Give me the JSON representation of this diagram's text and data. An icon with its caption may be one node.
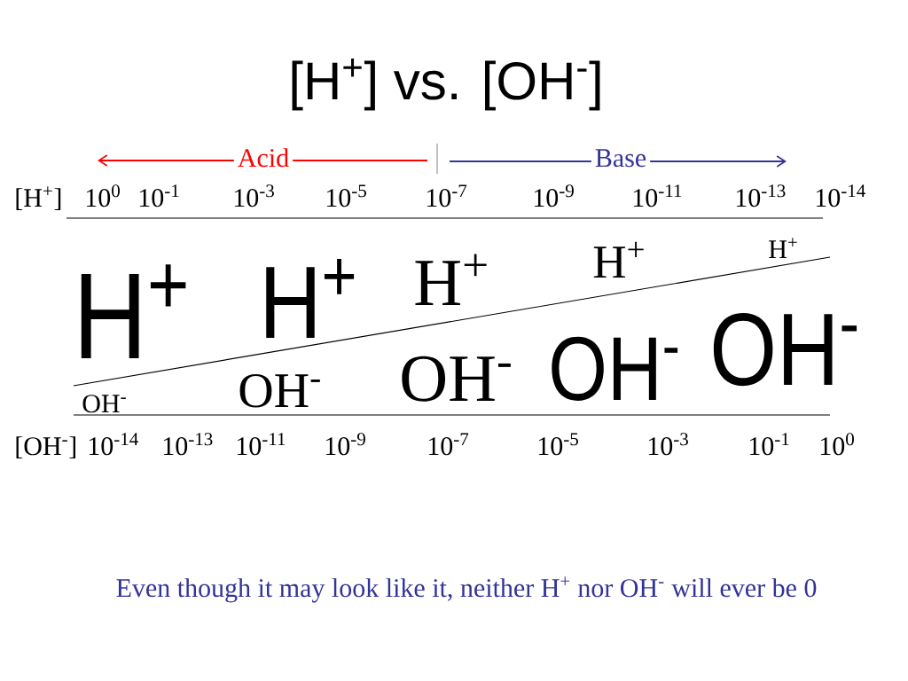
{
  "diagram": {
    "title": "[H$^{+}$] vs. [OH$^{-}$]",
    "caption": "Even though it may look like it, neither H$^{+}$ nor OH$^{-}$ will ever be 0",
    "labels": [
      "Acid",
      "Base",
      "[H$^{+}$]",
      "10$^{0}$",
      "10$^{-1}$",
      "10$^{-3}$",
      "10$^{-5}$",
      "10$^{-7}$",
      "10$^{-9}$",
      "10$^{-11}$",
      "10$^{-13}$",
      "10$^{-14}$",
      "H$^{+}$",
      "H$^{+}$",
      "H$^{+}$",
      "H$^{+}$",
      "H$^{+}$",
      "OH$^{-}$",
      "OH$^{-}$",
      "OH$^{-}$",
      "OH$^{-}$",
      "OH$^{-}$",
      "[OH$^{-}$]",
      "10$^{-14}$",
      "10$^{-13}$",
      "10$^{-11}$",
      "10$^{-9}$",
      "10$^{-7}$",
      "10$^{-5}$",
      "10$^{-3}$",
      "10$^{-1}$",
      "10$^{0}$"
    ]
  }
}
